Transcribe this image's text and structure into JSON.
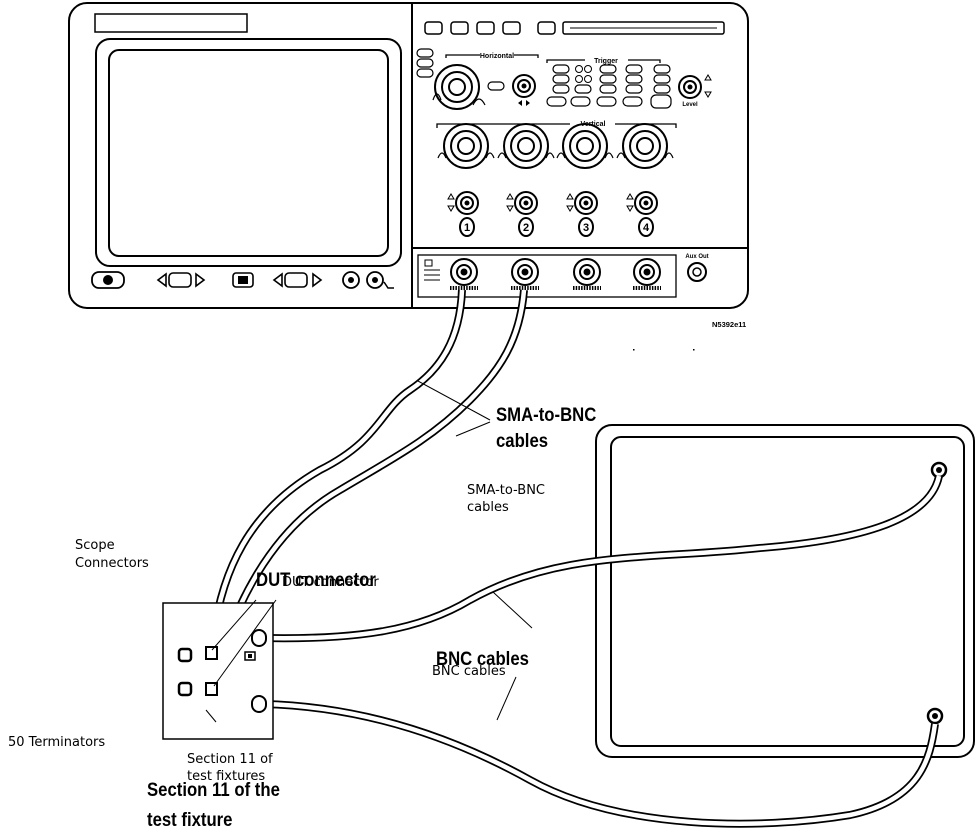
{
  "scope": {
    "panel_labels": {
      "horizontal": "Horizontal",
      "trigger": "Trigger",
      "vertical": "Vertical",
      "level": "Level",
      "aux_out": "Aux Out",
      "ch1": "1",
      "ch2": "2",
      "ch3": "3",
      "ch4": "4"
    },
    "model_code": "N5392e11"
  },
  "labels": {
    "sma_cables_bold": "SMA-to-BNC cables",
    "sma_cables_bold_line1": "SMA-to-BNC",
    "sma_cables_bold_line2": "cables",
    "sma_cables_thin_line1": "SMA-to-BNC",
    "sma_cables_thin_line2": "cables",
    "scope_connectors_line1": "Scope",
    "scope_connectors_line2": "Connectors",
    "dut_connector_bold": "DUT connector",
    "dut_connector_thin": "DUT connector",
    "bnc_cables_bold": "BNC cables",
    "bnc_cables_thin": "BNC cables",
    "terminators": "50   Terminators",
    "section_thin_line1": "Section 11 of",
    "section_thin_line2": "test fixtures",
    "section_bold_line1": "Section 11 of the",
    "section_bold_line2": "test fixture"
  }
}
